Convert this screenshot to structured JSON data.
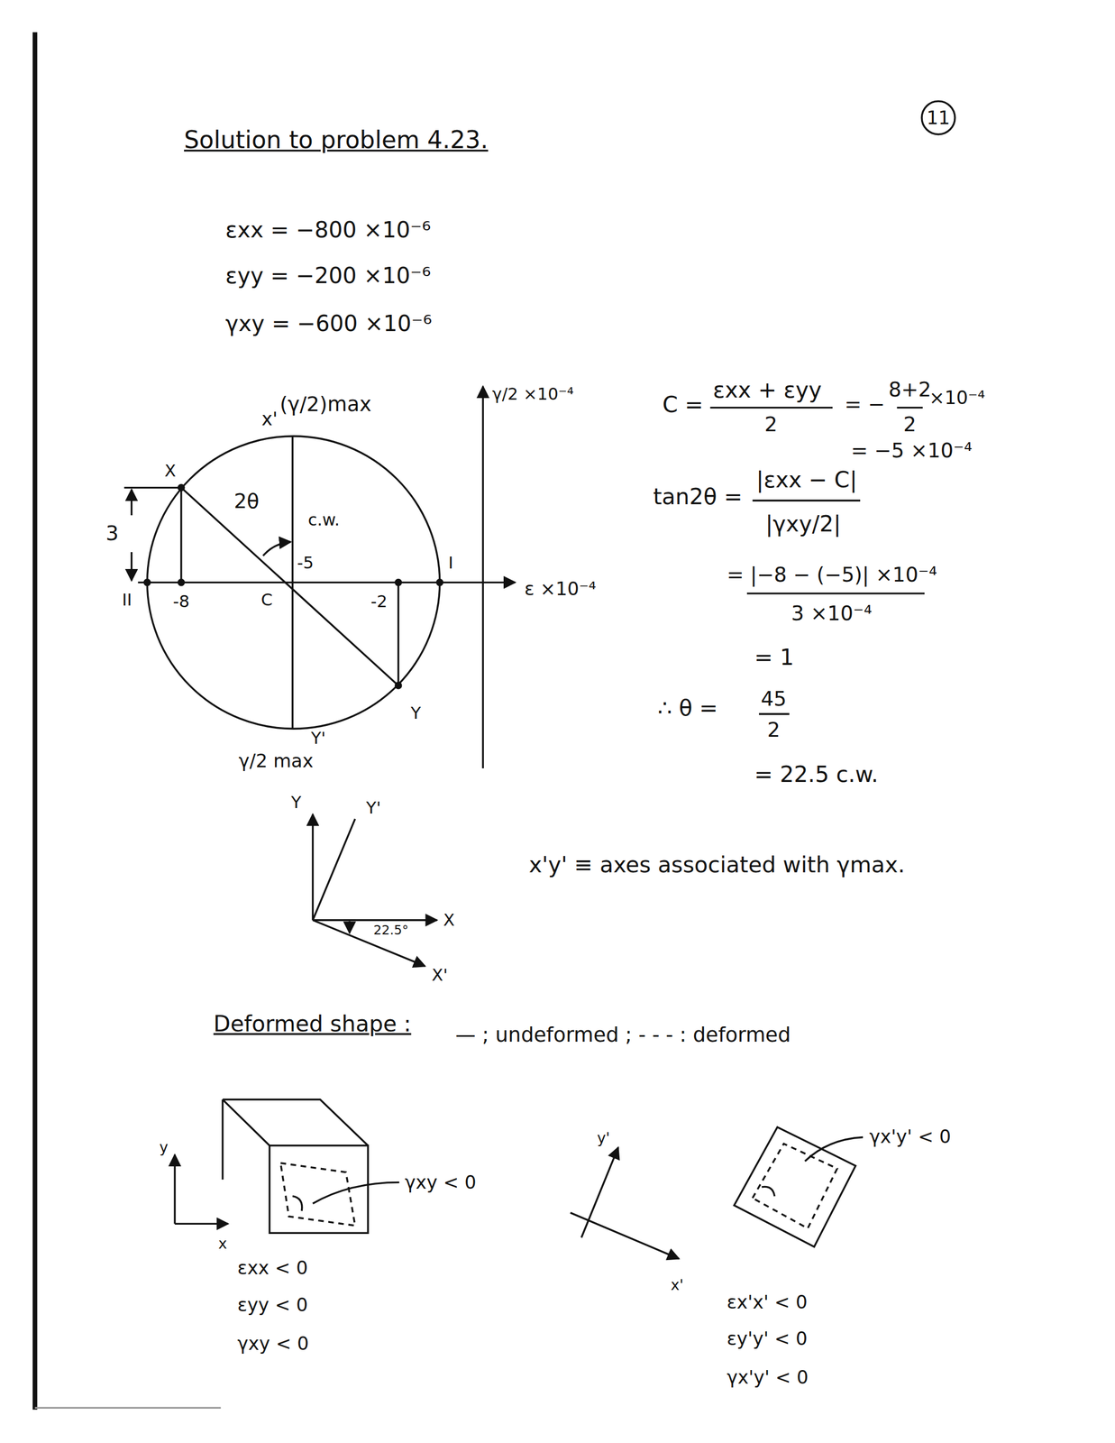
{
  "diagram": {
    "title": "Solution to problem 4.23.",
    "labels": [
      "11",
      "εxx = −800 ×10⁻⁶",
      "εyy = −200 ×10⁻⁶",
      "γxy = −600 ×10⁻⁶",
      "x'",
      "(γ/2)max",
      "γ/2 ×10⁻⁴",
      "X",
      "2θ",
      "c.w.",
      "3",
      "-5",
      "I",
      "II",
      "-8",
      "C",
      "-2",
      "ε ×10⁻⁴",
      "Y",
      "Y'",
      "γ/2 max",
      "C =",
      "εxx + εyy",
      "2",
      "= −",
      "8+2",
      "2",
      "×10⁻⁴",
      "= −5 ×10⁻⁴",
      "tan2θ =",
      "|εxx − C|",
      "|γxy/2|",
      "= |−8 − (−5)| ×10⁻⁴",
      "3 ×10⁻⁴",
      "= 1",
      "∴ θ =",
      "45",
      "2",
      "= 22.5 c.w.",
      "Y",
      "Y'",
      "22.5°",
      "X",
      "X'",
      "x'y' ≡ axes associated with γmax.",
      "Deformed shape :",
      "— ; undeformed ; - - - : deformed",
      "y",
      "γxy < 0",
      "x",
      "εxx < 0",
      "εyy < 0",
      "γxy < 0",
      "y'",
      "γx'y' < 0",
      "x'",
      "εx'x' < 0",
      "εy'y' < 0",
      "γx'y' < 0"
    ]
  }
}
